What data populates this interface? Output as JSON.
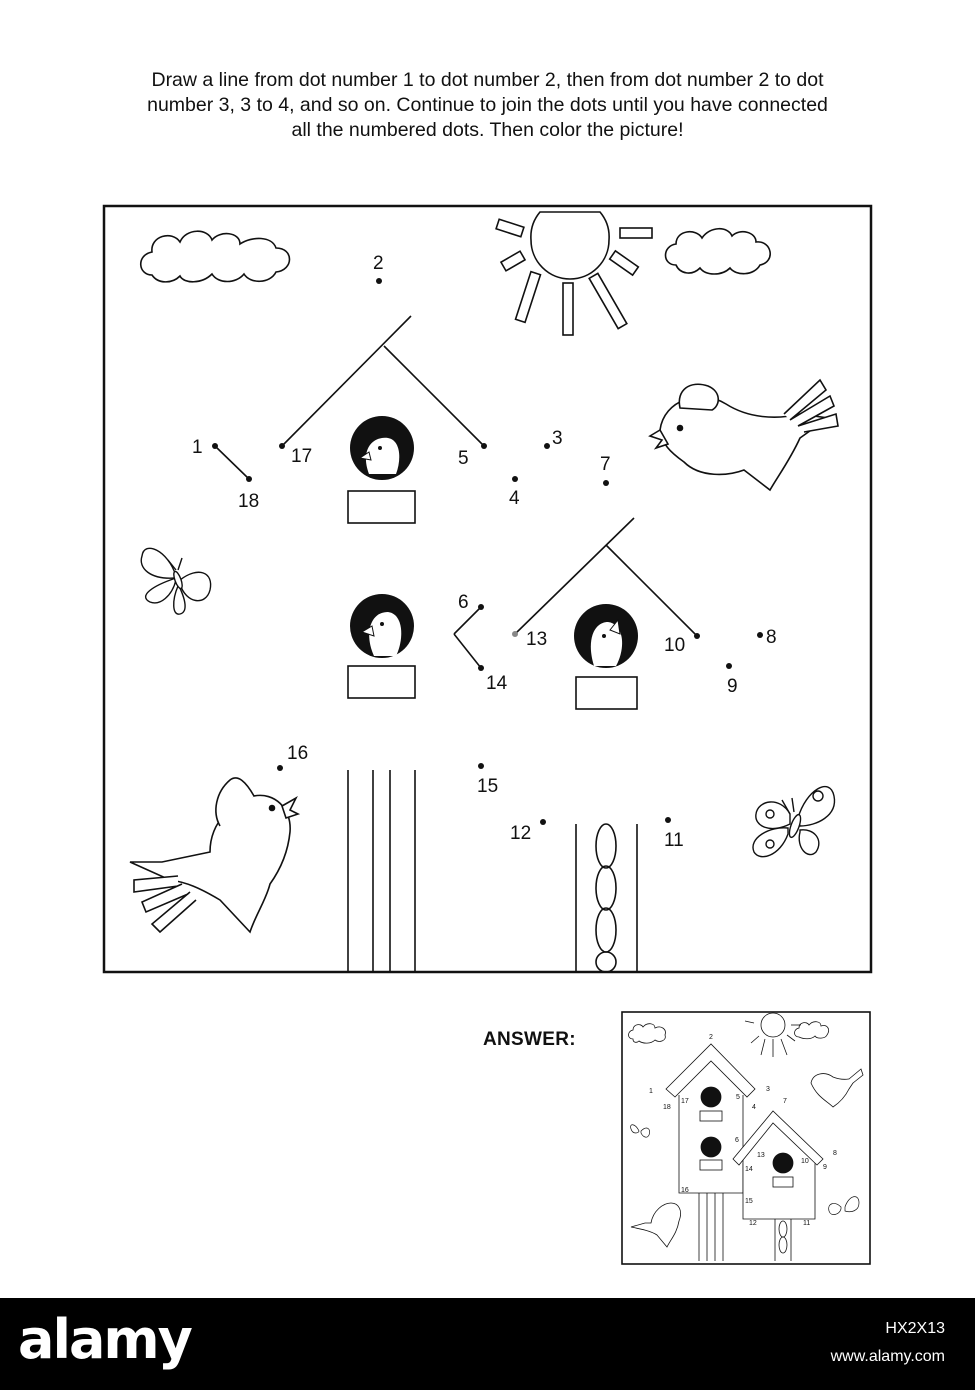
{
  "instructions": {
    "line1": "Draw a line from dot number 1 to dot number 2, then from dot number 2 to dot",
    "line2": "number 3, 3 to 4, and so on. Continue to join the dots until you have connected",
    "line3": "all the numbered dots. Then color the picture!"
  },
  "dot_labels": [
    "1",
    "2",
    "3",
    "4",
    "5",
    "6",
    "7",
    "8",
    "9",
    "10",
    "11",
    "12",
    "13",
    "14",
    "15",
    "16",
    "17",
    "18"
  ],
  "answer_label": "ANSWER:",
  "footer": {
    "brand": "alamy",
    "image_id": "HX2X13",
    "site": "www.alamy.com"
  },
  "colors": {
    "ink": "#111111",
    "footer_bg": "#000000",
    "footer_text": "#ffffff"
  }
}
